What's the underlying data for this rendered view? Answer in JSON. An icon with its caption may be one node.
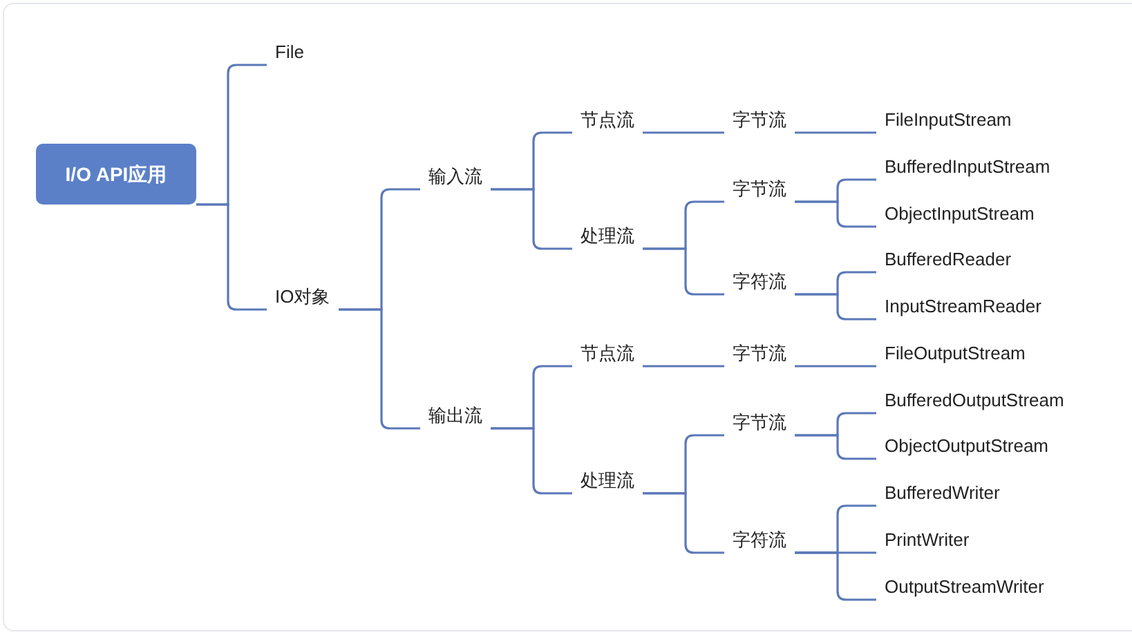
{
  "diagram": {
    "nodes": [
      {
        "text": [
          "I/O API应用"
        ]
      },
      {
        "text": [
          "File"
        ]
      },
      {
        "text": [
          "IO对象"
        ]
      },
      {
        "text": [
          "输入流"
        ]
      },
      {
        "text": [
          "输出流"
        ]
      },
      {
        "text": [
          "节点流"
        ]
      },
      {
        "text": [
          "处理流"
        ]
      },
      {
        "text": [
          "字节流"
        ]
      },
      {
        "text": [
          "FileInputStream"
        ]
      },
      {
        "text": [
          "字节流"
        ]
      },
      {
        "text": [
          "BufferedInputStream"
        ]
      },
      {
        "text": [
          "ObjectInputStream"
        ]
      },
      {
        "text": [
          "字符流"
        ]
      },
      {
        "text": [
          "BufferedReader"
        ]
      },
      {
        "text": [
          "InputStreamReader"
        ]
      },
      {
        "text": [
          "节点流"
        ]
      },
      {
        "text": [
          "处理流"
        ]
      },
      {
        "text": [
          "字节流"
        ]
      },
      {
        "text": [
          "FileOutputStream"
        ]
      },
      {
        "text": [
          "字节流"
        ]
      },
      {
        "text": [
          "BufferedOutputStream"
        ]
      },
      {
        "text": [
          "ObjectOutputStream"
        ]
      },
      {
        "text": [
          "字符流"
        ]
      },
      {
        "text": [
          "BufferedWriter"
        ]
      },
      {
        "text": [
          "PrintWriter"
        ]
      },
      {
        "text": [
          "OutputStreamWriter"
        ]
      }
    ],
    "edges": [
      {
        "from": 0,
        "to": 1,
        "arrow": "none"
      },
      {
        "from": 0,
        "to": 2,
        "arrow": "none"
      },
      {
        "from": 2,
        "to": 3,
        "arrow": "none"
      },
      {
        "from": 2,
        "to": 4,
        "arrow": "none"
      },
      {
        "from": 3,
        "to": 5,
        "arrow": "none"
      },
      {
        "from": 3,
        "to": 6,
        "arrow": "none"
      },
      {
        "from": 5,
        "to": 7,
        "arrow": "none"
      },
      {
        "from": 7,
        "to": 8,
        "arrow": "none"
      },
      {
        "from": 6,
        "to": 9,
        "arrow": "none"
      },
      {
        "from": 6,
        "to": 12,
        "arrow": "none"
      },
      {
        "from": 9,
        "to": 10,
        "arrow": "none"
      },
      {
        "from": 9,
        "to": 11,
        "arrow": "none"
      },
      {
        "from": 12,
        "to": 13,
        "arrow": "none"
      },
      {
        "from": 12,
        "to": 14,
        "arrow": "none"
      },
      {
        "from": 4,
        "to": 15,
        "arrow": "none"
      },
      {
        "from": 4,
        "to": 16,
        "arrow": "none"
      },
      {
        "from": 15,
        "to": 17,
        "arrow": "none"
      },
      {
        "from": 17,
        "to": 18,
        "arrow": "none"
      },
      {
        "from": 16,
        "to": 19,
        "arrow": "none"
      },
      {
        "from": 16,
        "to": 22,
        "arrow": "none"
      },
      {
        "from": 19,
        "to": 20,
        "arrow": "none"
      },
      {
        "from": 19,
        "to": 21,
        "arrow": "none"
      },
      {
        "from": 22,
        "to": 23,
        "arrow": "none"
      },
      {
        "from": 22,
        "to": 24,
        "arrow": "none"
      },
      {
        "from": 22,
        "to": 25,
        "arrow": "none"
      }
    ]
  }
}
